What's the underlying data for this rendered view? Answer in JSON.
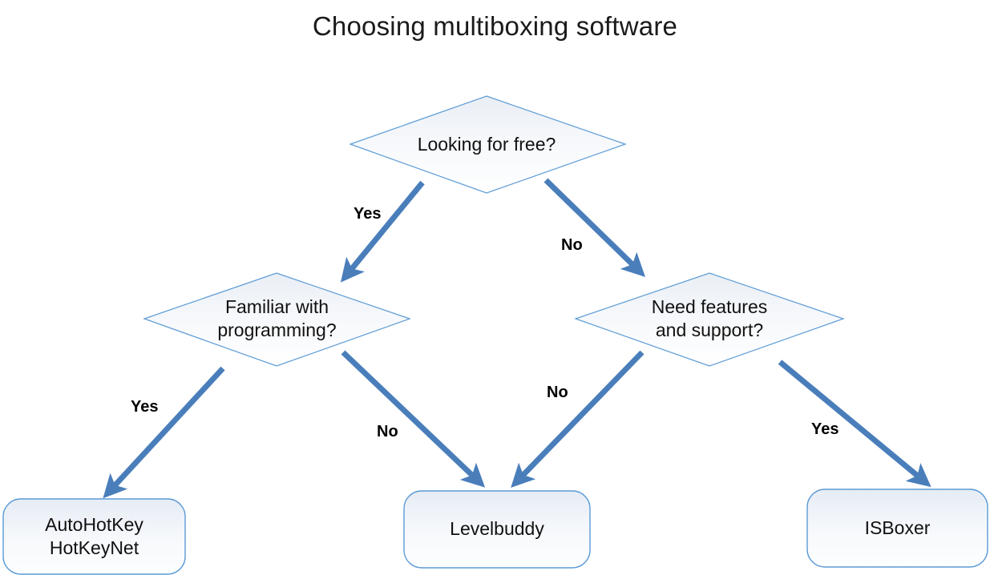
{
  "diagram": {
    "title": "Choosing multiboxing software",
    "type": "flowchart",
    "colors": {
      "arrow": "#4A7EBB",
      "shape_border": "#5B9BD5",
      "shape_fill_top": "#EDF1F7",
      "shape_fill_bottom": "#FFFFFF",
      "label_text": "#000000",
      "background": "#FFFFFF"
    },
    "nodes": [
      {
        "id": "looking-for-free",
        "shape": "diamond",
        "text": "Looking for free?"
      },
      {
        "id": "familiar-with-programming",
        "shape": "diamond",
        "text": "Familiar with\nprogramming?"
      },
      {
        "id": "need-features-and-support",
        "shape": "diamond",
        "text": "Need features\nand support?"
      },
      {
        "id": "autohotkey-hotkeynet",
        "shape": "rounded-rectangle",
        "text": "AutoHotKey\nHotKeyNet"
      },
      {
        "id": "levelbuddy",
        "shape": "rounded-rectangle",
        "text": "Levelbuddy"
      },
      {
        "id": "isboxer",
        "shape": "rounded-rectangle",
        "text": "ISBoxer"
      }
    ],
    "edges": [
      {
        "id": "free-yes",
        "from": "looking-for-free",
        "to": "familiar-with-programming",
        "label": "Yes"
      },
      {
        "id": "free-no",
        "from": "looking-for-free",
        "to": "need-features-and-support",
        "label": "No"
      },
      {
        "id": "prog-yes",
        "from": "familiar-with-programming",
        "to": "autohotkey-hotkeynet",
        "label": "Yes"
      },
      {
        "id": "prog-no",
        "from": "familiar-with-programming",
        "to": "levelbuddy",
        "label": "No"
      },
      {
        "id": "features-no",
        "from": "need-features-and-support",
        "to": "levelbuddy",
        "label": "No"
      },
      {
        "id": "features-yes",
        "from": "need-features-and-support",
        "to": "isboxer",
        "label": "Yes"
      }
    ]
  }
}
